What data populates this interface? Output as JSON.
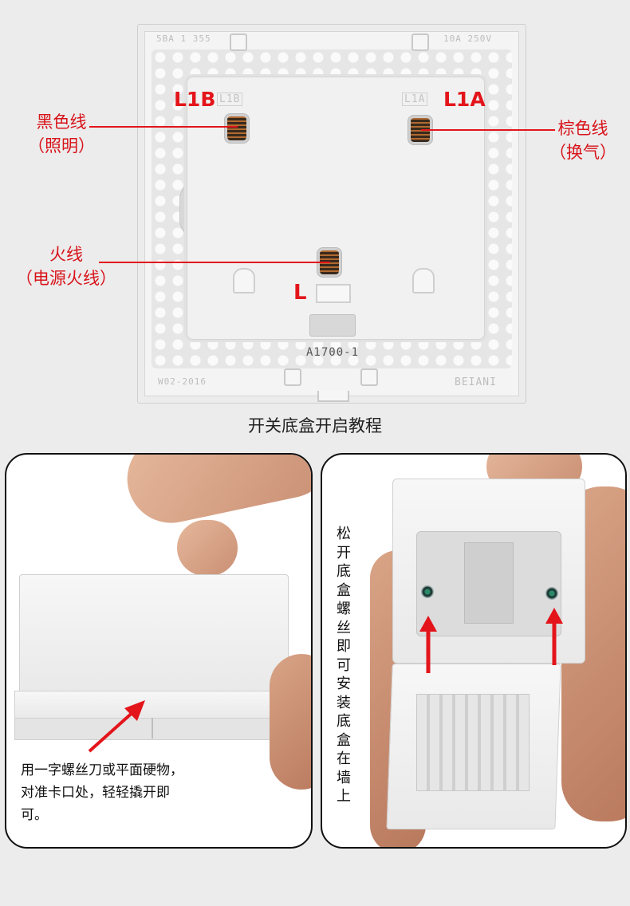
{
  "diagram": {
    "terminal_labels": {
      "l1b": "L1B",
      "l1a": "L1A",
      "l": "L"
    },
    "wires": {
      "black": {
        "name": "黑色线",
        "note": "（照明）"
      },
      "brown": {
        "name": "棕色线",
        "note": "（换气）"
      },
      "live": {
        "name": "火线",
        "note": "（电源火线）"
      }
    },
    "molded": {
      "top_left": "5BA  1 355",
      "top_right": "10A  250V",
      "l1b": "L1B",
      "l1a": "L1A",
      "model_code": "A1700-1",
      "bottom_left": "W02-2016",
      "bottom_right": "BEIANI"
    },
    "caption": "开关底盒开启教程"
  },
  "steps": {
    "pry_instruction": "用一字螺丝刀或平面硬物，对准卡口处，轻轻撬开即可。",
    "install_instruction": "松开底盒螺丝即可安装底盒在墙上"
  },
  "colors": {
    "accent_red": "#e3151b"
  }
}
